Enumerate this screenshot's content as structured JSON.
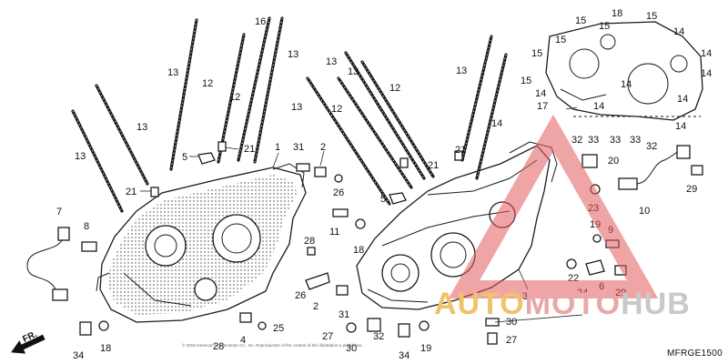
{
  "diagram": {
    "code": "MFRGE1500",
    "direction_label": "FR.",
    "copyright_line": "© 2018 American Honda Motor Co., Inc. Reproduction of the content of this illustration is prohibited...",
    "colors": {
      "ink": "#1a1a1a",
      "watermark_red": "#e25b5b",
      "watermark_gold": "#f0c36a"
    },
    "callouts": [
      "1",
      "2",
      "2",
      "3",
      "4",
      "5",
      "5",
      "6",
      "7",
      "8",
      "9",
      "10",
      "11",
      "12",
      "12",
      "12",
      "12",
      "13",
      "13",
      "13",
      "13",
      "13",
      "13",
      "13",
      "13",
      "13",
      "13",
      "13",
      "14",
      "15",
      "16",
      "17",
      "18",
      "18",
      "19",
      "20",
      "21",
      "21",
      "21",
      "21",
      "22",
      "23",
      "24",
      "25",
      "26",
      "26",
      "27",
      "27",
      "28",
      "28",
      "29",
      "29",
      "30",
      "30",
      "31",
      "31",
      "32",
      "32",
      "33",
      "33",
      "33",
      "34",
      "34"
    ]
  },
  "watermark": {
    "brand_parts": [
      "AUTO",
      "MOTO",
      "HUB"
    ]
  }
}
